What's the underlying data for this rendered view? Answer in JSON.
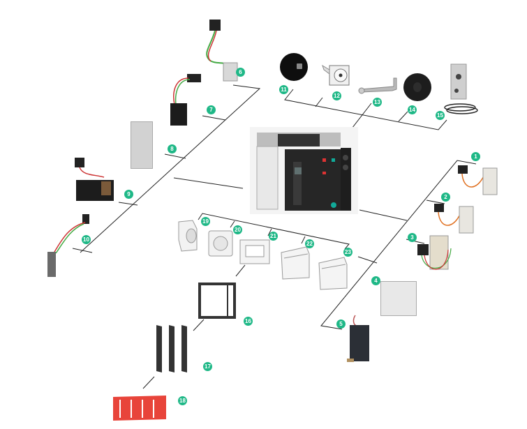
{
  "diagram": {
    "title": "Circuit breaker accessories exploded view",
    "badge_color": "#1fb887",
    "callouts": [
      {
        "id": 1,
        "label": "1",
        "part": "shunt-release-coil-1"
      },
      {
        "id": 2,
        "label": "2",
        "part": "shunt-release-coil-2"
      },
      {
        "id": 3,
        "label": "3",
        "part": "undervoltage-release-coil"
      },
      {
        "id": 4,
        "label": "4",
        "part": "time-delay-module"
      },
      {
        "id": 5,
        "label": "5",
        "part": "electrical-operator-motor"
      },
      {
        "id": 6,
        "label": "6",
        "part": "ready-to-close-contact"
      },
      {
        "id": 7,
        "label": "7",
        "part": "fault-trip-indication-contact"
      },
      {
        "id": 8,
        "label": "8",
        "part": "auxiliary-contact-block"
      },
      {
        "id": 9,
        "label": "9",
        "part": "position-contact-carriage"
      },
      {
        "id": 10,
        "label": "10",
        "part": "position-switch"
      },
      {
        "id": 11,
        "label": "11",
        "part": "padlock-push-button-cover"
      },
      {
        "id": 12,
        "label": "12",
        "part": "keylock"
      },
      {
        "id": 13,
        "label": "13",
        "part": "operating-key"
      },
      {
        "id": 14,
        "label": "14",
        "part": "rotary-handle"
      },
      {
        "id": 15,
        "label": "15",
        "part": "cable-interlock"
      },
      {
        "id": 16,
        "label": "16",
        "part": "door-escutcheon-frame"
      },
      {
        "id": 17,
        "label": "17",
        "part": "interphase-barriers"
      },
      {
        "id": 18,
        "label": "18",
        "part": "terminal-shield"
      },
      {
        "id": 19,
        "label": "19",
        "part": "neutral-sensor"
      },
      {
        "id": 20,
        "label": "20",
        "part": "current-transformer"
      },
      {
        "id": 21,
        "label": "21",
        "part": "rectangular-sensor"
      },
      {
        "id": 22,
        "label": "22",
        "part": "external-power-supply-module"
      },
      {
        "id": 23,
        "label": "23",
        "part": "io-application-module"
      }
    ],
    "center_part": "air-circuit-breaker"
  }
}
